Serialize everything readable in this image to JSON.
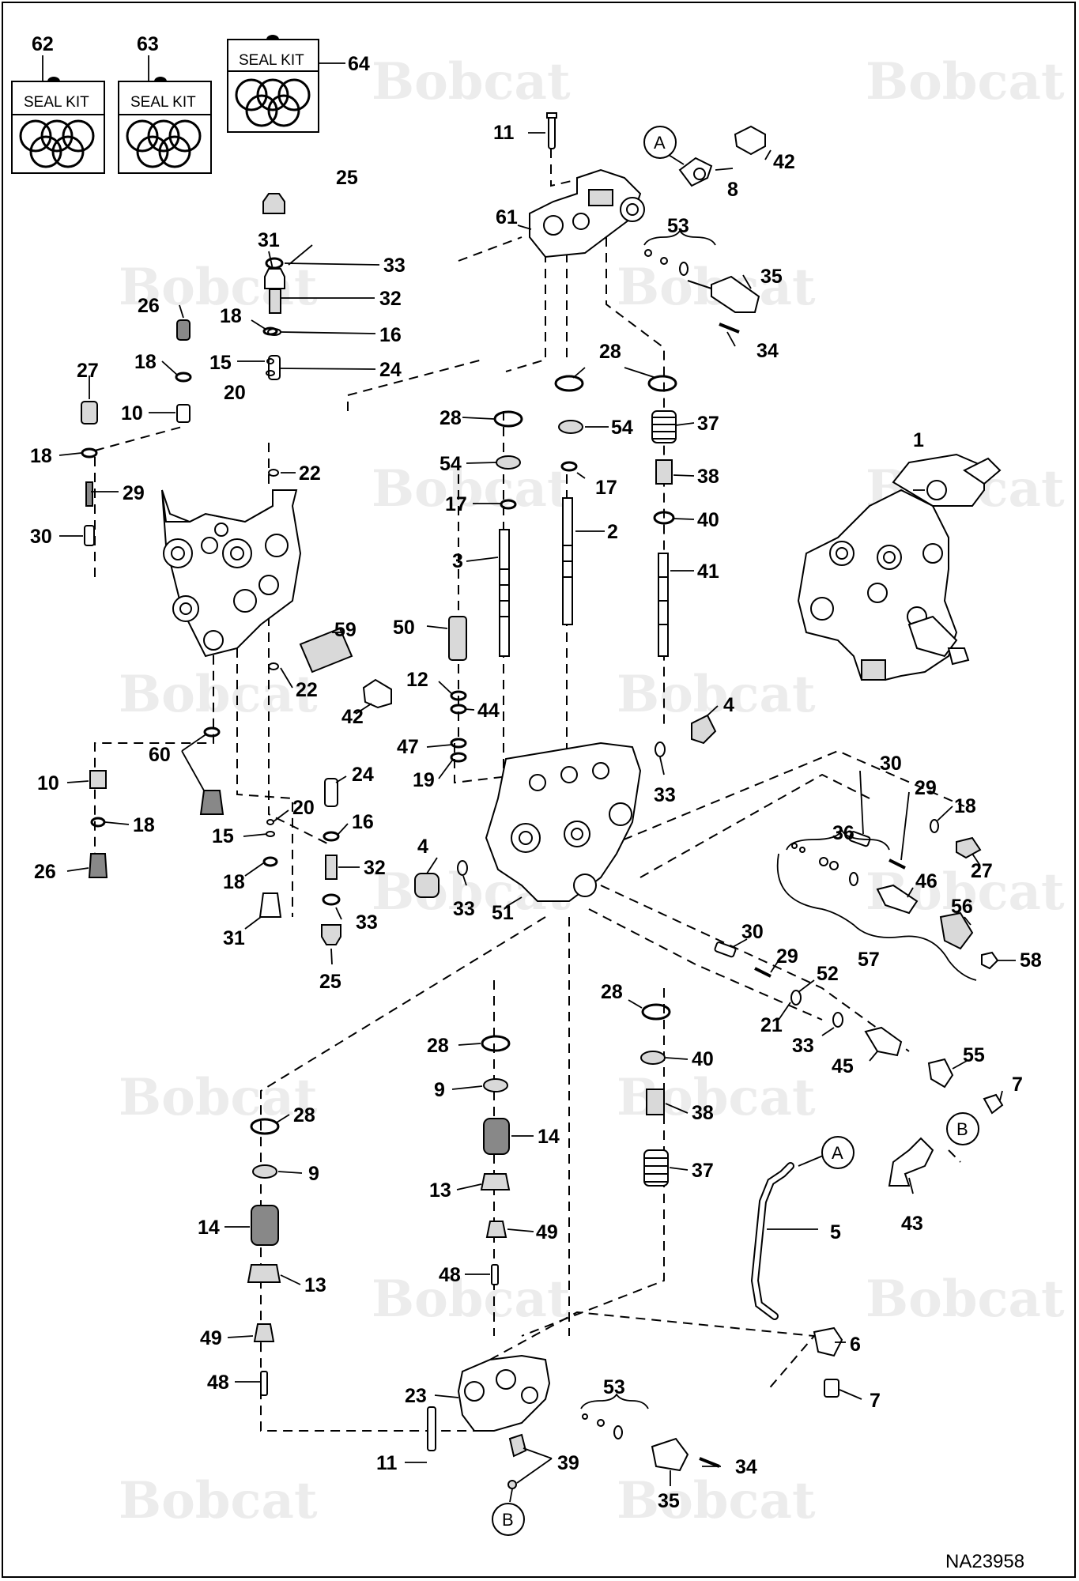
{
  "figure_id": "NA23958",
  "brand_watermark": "Bobcat",
  "seal_kit_label": "SEAL KIT",
  "ref_a": "A",
  "ref_b": "B",
  "kits": [
    {
      "no": "62",
      "label": "SEAL KIT"
    },
    {
      "no": "63",
      "label": "SEAL KIT"
    },
    {
      "no": "64",
      "label": "SEAL KIT"
    }
  ],
  "callouts": {
    "c1": "1",
    "c2": "2",
    "c3": "3",
    "c4": "4",
    "c5": "5",
    "c6": "6",
    "c7": "7",
    "c8": "8",
    "c9": "9",
    "c10": "10",
    "c11": "11",
    "c12": "12",
    "c13": "13",
    "c14": "14",
    "c15": "15",
    "c16": "16",
    "c17": "17",
    "c18": "18",
    "c19": "19",
    "c20": "20",
    "c21": "21",
    "c22": "22",
    "c23": "23",
    "c24": "24",
    "c25": "25",
    "c26": "26",
    "c27": "27",
    "c28": "28",
    "c29": "29",
    "c30": "30",
    "c31": "31",
    "c32": "32",
    "c33": "33",
    "c34": "34",
    "c35": "35",
    "c36": "36",
    "c37": "37",
    "c38": "38",
    "c39": "39",
    "c40": "40",
    "c41": "41",
    "c42": "42",
    "c43": "43",
    "c44": "44",
    "c45": "45",
    "c46": "46",
    "c47": "47",
    "c48": "48",
    "c49": "49",
    "c50": "50",
    "c51": "51",
    "c52": "52",
    "c53": "53",
    "c54": "54",
    "c55": "55",
    "c56": "56",
    "c57": "57",
    "c58": "58",
    "c59": "59",
    "c60": "60",
    "c61": "61"
  }
}
